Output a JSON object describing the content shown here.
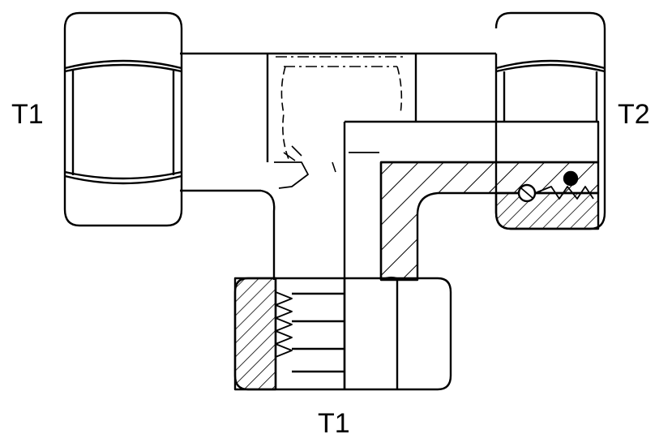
{
  "ports": {
    "left": "T1",
    "right": "T2",
    "bottom": "T1"
  },
  "colors": {
    "line": "#000000",
    "background": "#ffffff"
  }
}
